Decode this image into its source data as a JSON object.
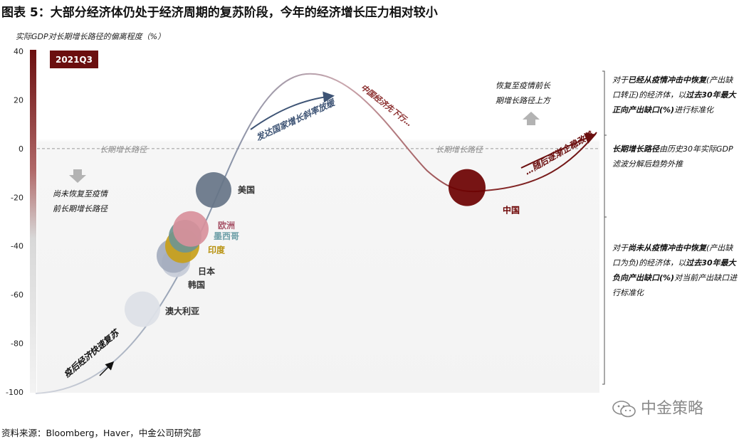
{
  "title": "图表 5：大部分经济体仍处于经济周期的复苏阶段，今年的经济增长压力相对较小",
  "source": "资料来源：Bloomberg，Haver，中金公司研究部",
  "watermark": "中金策略",
  "colors": {
    "dark_red": "#6b0f0f",
    "curve_start": "#c9cdd6",
    "curve_mid": "#8f9bb0",
    "arrow_blue": "#3e5475",
    "china": "#6b0000",
    "usa": "#667487",
    "europe": "#d8909b",
    "mexico": "#6f9590",
    "india": "#c8a01a",
    "japan": "#a4acbe",
    "korea": "#c7ccd8",
    "australia": "#dde0e7"
  },
  "chart_data": {
    "type": "scatter",
    "ylabel": "实际GDP对长期增长路径的偏离程度（%）",
    "ylim": [
      -100,
      40
    ],
    "yticks": [
      40,
      20,
      0,
      -20,
      -40,
      -60,
      -80,
      -100
    ],
    "period_label": "2021Q3",
    "trend_line_label": "长期增长路径",
    "points": [
      {
        "name": "美国",
        "y": -17
      },
      {
        "name": "欧洲",
        "y": -33
      },
      {
        "name": "墨西哥",
        "y": -36
      },
      {
        "name": "印度",
        "y": -40
      },
      {
        "name": "日本",
        "y": -44
      },
      {
        "name": "韩国",
        "y": -47
      },
      {
        "name": "澳大利亚",
        "y": -66
      },
      {
        "name": "中国",
        "y": -16
      }
    ],
    "annotations": {
      "recovery_fast": "疫后经济快速复苏",
      "developed_slowing": "发达国家增长斜率放缓",
      "china_down": "中国经济先下行…",
      "china_up": "…随后逐渐企稳改善",
      "not_recovered": "尚未恢复至疫情前长期增长路径",
      "recovered_above": "恢复至疫情前长期增长路径上方"
    }
  },
  "side_notes": {
    "top": {
      "p1": "对于",
      "b1": "已经从疫情冲击中恢复",
      "p2": "(产出缺口转正)的经济体，以",
      "b2": "过去30年最大正向产出缺口",
      "b3": "(%)",
      "p3": "进行标准化"
    },
    "middle": {
      "b1": "长期增长路径",
      "p1": "由历史30年实际GDP滤波分解后趋势外推"
    },
    "bottom": {
      "p1": "对于",
      "b1": "尚未从疫情冲击中恢复",
      "p2": "(产出缺口为负)的经济体，以",
      "b2": "过去30年最大负向产出缺口",
      "b3": "(%)",
      "p3": "对当前产出缺口进行标准化"
    }
  }
}
